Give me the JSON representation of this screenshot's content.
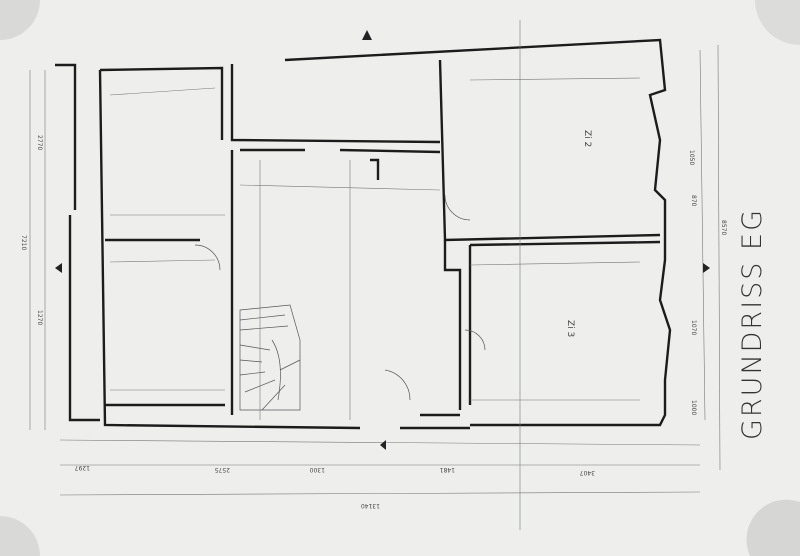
{
  "title": "GRUNDRISS EG",
  "rooms": [
    {
      "label": "Zi 2"
    },
    {
      "label": "Zi 3"
    }
  ],
  "dimensions": {
    "overall_bottom": "13140",
    "bottom_segments": [
      "1297",
      "2575",
      "1300",
      "1481",
      "3407"
    ],
    "right_side": [
      "8570",
      "1050",
      "1070",
      "870",
      "1000"
    ],
    "left_side": [
      "7210",
      "2770",
      "1270"
    ]
  },
  "colors": {
    "paper": "#eeefed",
    "ink": "#1c1c1c"
  }
}
